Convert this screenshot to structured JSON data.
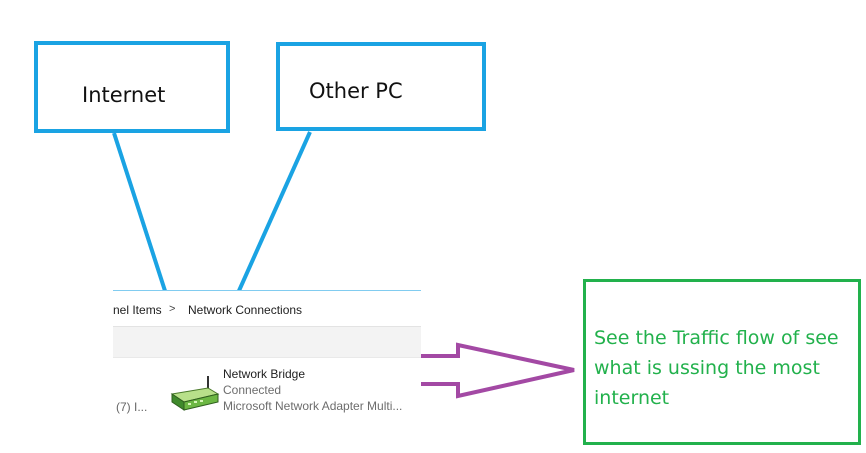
{
  "annotations": {
    "internet_label": "Internet",
    "other_pc_label": "Other PC",
    "traffic_note": "See the Traffic flow of see what is ussing the most internet"
  },
  "explorer": {
    "breadcrumb": {
      "part1": "nel Items",
      "separator": ">",
      "part2": "Network Connections"
    },
    "previous_item_label": "(7) I...",
    "adapter": {
      "icon": "network-bridge-icon",
      "name": "Network Bridge",
      "status": "Connected",
      "device": "Microsoft Network Adapter Multi..."
    }
  },
  "colors": {
    "blue_outline": "#1aa3e3",
    "purple_arrow": "#a349a4",
    "green_box": "#22b14c"
  }
}
